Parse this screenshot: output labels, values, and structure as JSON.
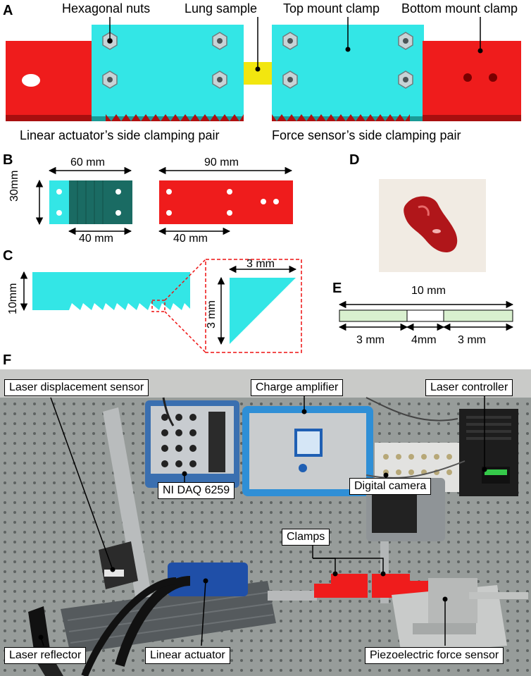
{
  "panels": {
    "a": "A",
    "b": "B",
    "c": "C",
    "d": "D",
    "e": "E",
    "f": "F"
  },
  "panel_a": {
    "hex_nuts": "Hexagonal nuts",
    "lung_sample": "Lung sample",
    "top_mount_clamp": "Top mount clamp",
    "bottom_mount_clamp": "Bottom mount clamp",
    "left_pair": "Linear actuator’s side clamping pair",
    "right_pair": "Force sensor’s side clamping pair"
  },
  "panel_b": {
    "dim_60": "60 mm",
    "dim_30": "30mm",
    "dim_40a": "40 mm",
    "dim_90": "90 mm",
    "dim_40b": "40 mm"
  },
  "panel_c": {
    "dim_10": "10mm",
    "dim_3w": "3 mm",
    "dim_3h": "3 mm"
  },
  "panel_e": {
    "dim_total": "10 mm",
    "dim_left": "3 mm",
    "dim_mid": "4mm",
    "dim_right": "3 mm"
  },
  "panel_f": {
    "laser_displacement": "Laser displacement sensor",
    "charge_amplifier": "Charge amplifier",
    "laser_controller": "Laser controller",
    "ni_daq": "NI DAQ 6259",
    "digital_camera": "Digital camera",
    "clamps": "Clamps",
    "laser_reflector": "Laser reflector",
    "linear_actuator": "Linear actuator",
    "piezo_sensor": "Piezoelectric force sensor"
  },
  "colors": {
    "cyan": "#33e6e6",
    "teal": "#1a6b63",
    "red": "#ef1c1c",
    "yellow": "#f2e60f",
    "tissue": "#b0161a",
    "bench": "#8f9492"
  }
}
